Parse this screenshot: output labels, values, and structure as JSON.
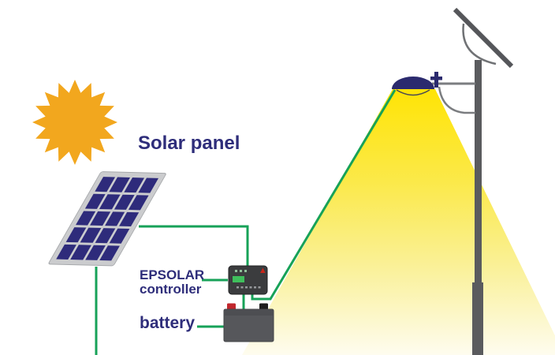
{
  "labels": {
    "solar_panel": "Solar panel",
    "controller_line1": "EPSOLAR",
    "controller_line2": "controller",
    "battery": "battery"
  },
  "components": {
    "sun": "sun-burst",
    "solar_panel": "tilted photovoltaic panel, 4x5 blue cells",
    "controller": "EPSOLAR charge controller box",
    "battery": "battery with red and black terminals",
    "street_lamp": "pole with solar panel on top, lamp head and light beam",
    "wires": "green connection wires"
  },
  "colors": {
    "label_text": "#2E2D7A",
    "wire": "#17A258",
    "sun": "#F2A71E",
    "panel_cell": "#2E2B7B",
    "panel_frame": "#CBCCCE",
    "pole": "#5A5B5E",
    "lamp_dome": "#2B2A6E",
    "beam_top": "#FFE405",
    "beam_upper_mid": "#FBE94A",
    "beam_lower_mid": "#FAF19B",
    "beam_bottom": "#FEFCEF",
    "battery_body": "#56575B",
    "terminal_red": "#C1272D",
    "terminal_black": "#1E1E1E",
    "controller_body": "#3B3C3E",
    "controller_display": "#3FBF5C",
    "controller_led": "#C9271B"
  }
}
